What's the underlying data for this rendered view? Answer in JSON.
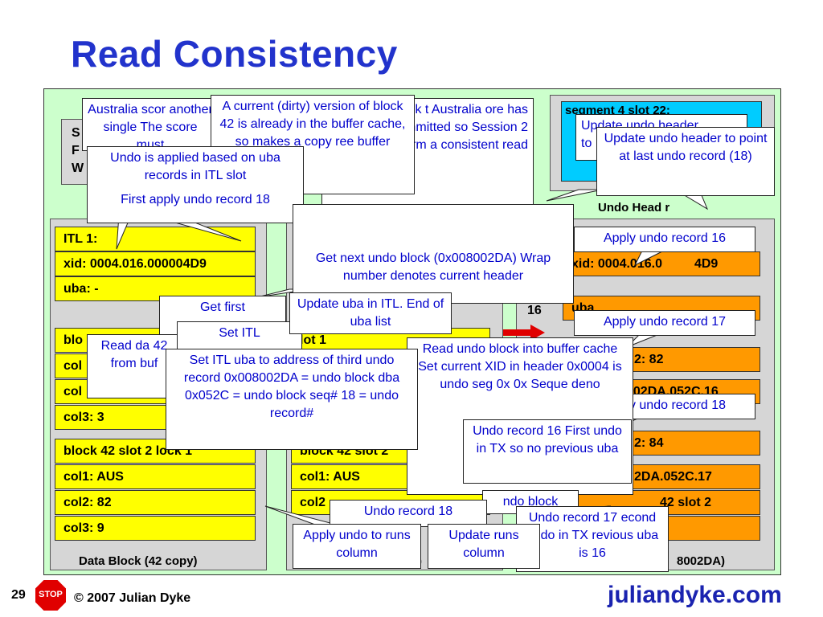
{
  "title": "Read Consistency",
  "footer": {
    "page_number": "29",
    "stop_label": "STOP",
    "copyright": "© 2007 Julian Dyke",
    "site": "juliandyke.com"
  },
  "colors": {
    "title": "#2233cc",
    "stage": "#ccffcc",
    "yellow": "#ffff00",
    "orange": "#ff9900",
    "cyan": "#00ccff",
    "callout_text": "#0000cc",
    "stop": "#e00000"
  },
  "session_box": [
    "S",
    "F",
    "W"
  ],
  "segment_box": {
    "title": "segment 4 slot 22:",
    "line": "Update undo header",
    "frag": "to"
  },
  "undo_header_caption": "Undo Head r",
  "data_block_copy": {
    "caption": "Data Block (42 copy)",
    "rows": [
      "ITL 1:",
      "xid: 0004.016.000004D9",
      "uba: -",
      "blo",
      "col",
      "col",
      "col3: 3",
      "block 42 slot 2 lock 1",
      "col1: AUS",
      "col2: 82",
      "col3: 9"
    ]
  },
  "middle_block": {
    "caption": ")",
    "rows": [
      "lot 1",
      "block 42 slot 2",
      "col1: AUS",
      "col2"
    ]
  },
  "undo_block": {
    "caption": "8002DA)",
    "rows": [
      "xid: 0004.016.0",
      "4D9",
      "uba",
      "2: 82",
      "002DA.052C.16",
      "2: 84",
      "2DA.052C.17",
      "42 slot 2"
    ],
    "row_side_number": "16"
  },
  "callouts": {
    "australia": "Australia scor another single The score must",
    "dirty": "A current (dirty) version of block 42 is already in the buffer cache, so makes a copy ree buffer",
    "session2": "ants to check t Australia ore has not yet committed so Session 2 must perform a consistent read",
    "undo_applied": "Undo is applied based on uba records in ITL slot",
    "first_apply": "First apply undo record 18",
    "update_header_front": "Update undo header to point at last undo record (18)",
    "apply16": "Apply undo record 16",
    "apply17": "Apply undo record 17",
    "apply18": "Apply undo record 18",
    "next_undo": "Get next undo block (0x008002DA) Wrap number denotes current header",
    "update_uba": "Update uba in ITL. End of uba list",
    "get_first": "Get first",
    "set_itl": "Set ITL",
    "read_data": "Read da 42 from buf",
    "set_itl_uba": "Set ITL uba to address of third undo record 0x008002DA = undo block dba 0x052C = undo block seq# 18 = undo record#",
    "read_undo": "Read undo block into buffer cache Set current XID in header 0x0004 is undo seg 0x 0x Seque deno",
    "undo16": "Undo record 16 First undo in TX so no previous uba",
    "undo_block_frag": "ndo block",
    "undo18": "Undo record 18",
    "undo17": "Undo record 17 econd undo in TX revious uba is 16",
    "apply_runs": "Apply undo to runs column",
    "update_runs": "Update runs column"
  }
}
